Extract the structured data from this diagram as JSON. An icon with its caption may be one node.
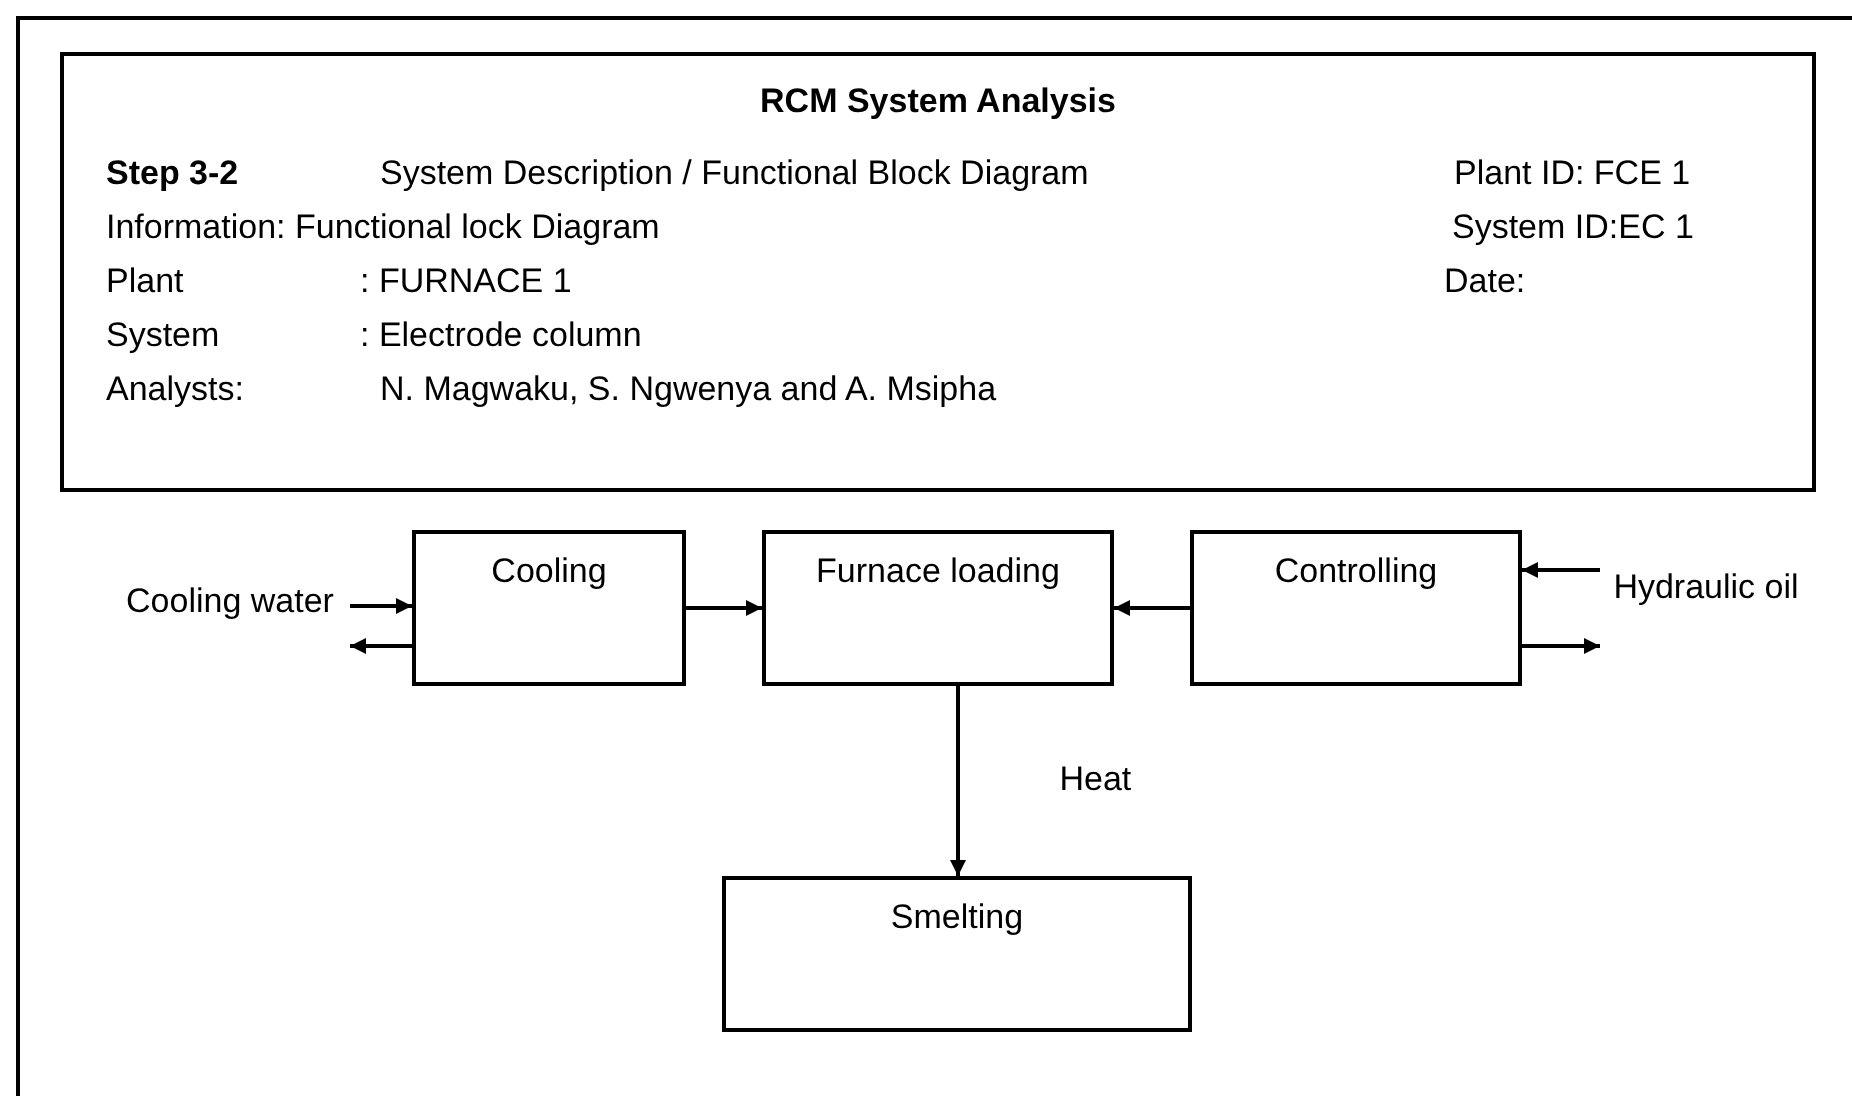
{
  "diagram": {
    "nodes": [
      {
        "text": [
          "RCM System Analysis",
          "Step 3-2",
          "System Description / Functional Block Diagram",
          "Plant ID: FCE 1",
          "Information: Functional lock Diagram",
          "System ID:EC 1",
          "Plant",
          ": FURNACE 1",
          "Date:",
          "System",
          ": Electrode column",
          "Analysts:",
          "N. Magwaku, S. Ngwenya and A. Msipha"
        ]
      },
      {
        "text": [
          "Cooling water"
        ]
      },
      {
        "text": [
          "Cooling"
        ]
      },
      {
        "text": [
          "Furnace loading"
        ]
      },
      {
        "text": [
          "Controlling"
        ]
      },
      {
        "text": [
          "Smelting"
        ]
      },
      {
        "text": [
          "Hydraulic oil"
        ]
      }
    ],
    "edges": [
      {
        "from": 1,
        "to": 2,
        "arrow": "to"
      },
      {
        "from": 2,
        "to": 1,
        "arrow": "to"
      },
      {
        "from": 2,
        "to": 3,
        "arrow": "to"
      },
      {
        "from": 4,
        "to": 3,
        "arrow": "to"
      },
      {
        "from": 6,
        "to": 4,
        "arrow": "to"
      },
      {
        "from": 4,
        "to": 6,
        "arrow": "to"
      },
      {
        "from": 3,
        "to": 5,
        "arrow": "to",
        "label": "Heat"
      }
    ]
  }
}
